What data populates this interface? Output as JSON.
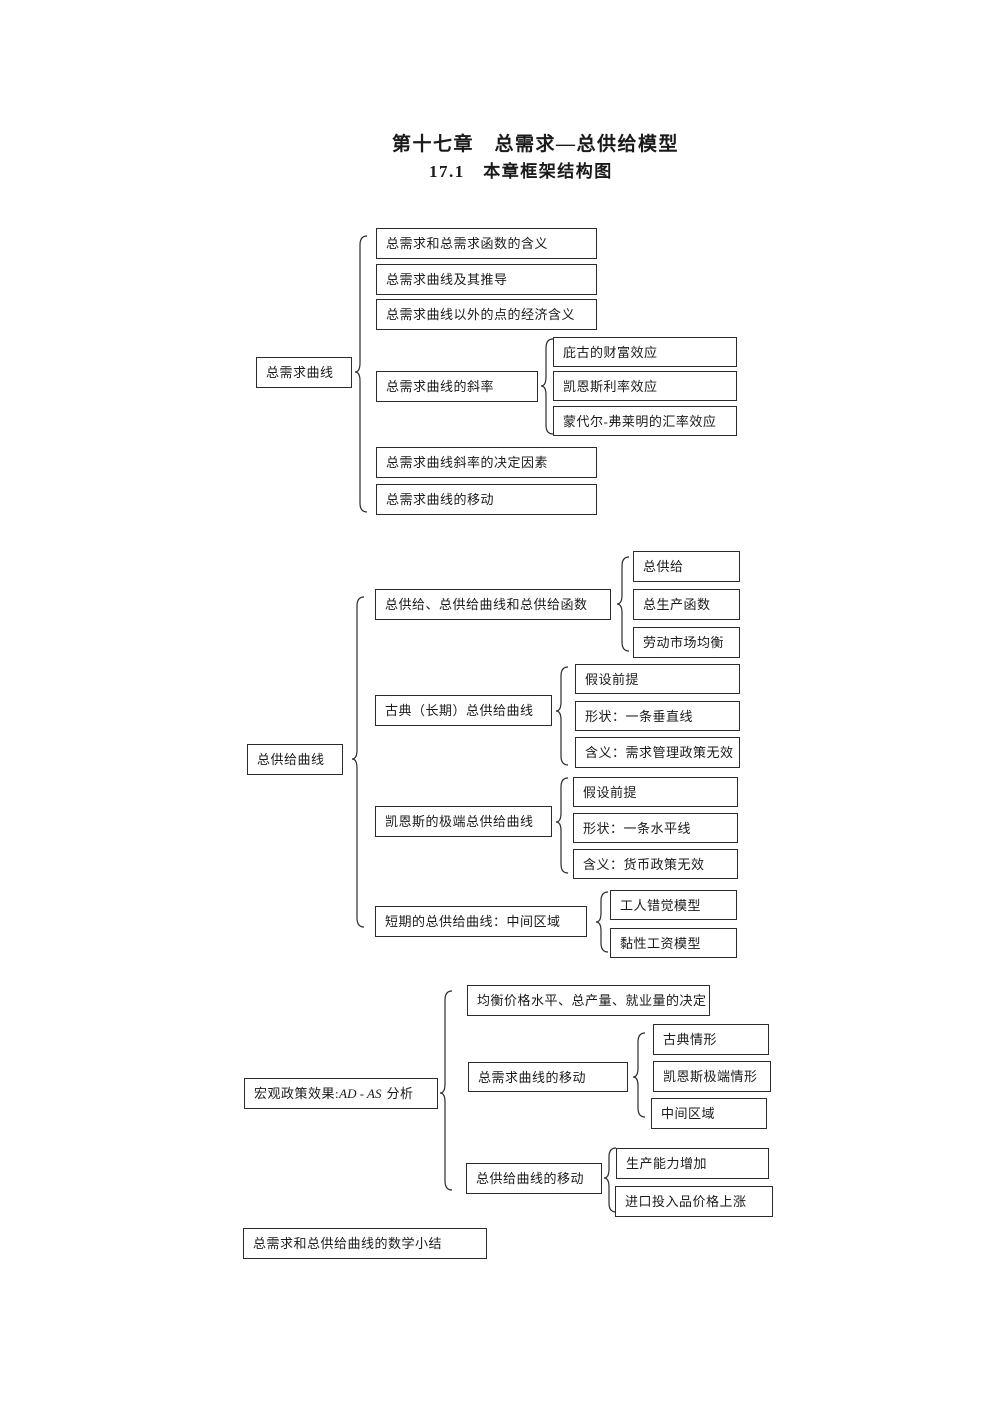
{
  "page": {
    "title": "第十七章　总需求—总供给模型",
    "subtitle": "17.1　本章框架结构图"
  },
  "colors": {
    "line": "#2b2b2b",
    "text": "#1a1a1a",
    "background": "#ffffff"
  },
  "ad": {
    "root": "总需求曲线",
    "meaning": "总需求和总需求函数的含义",
    "derivation": "总需求曲线及其推导",
    "outside_points": "总需求曲线以外的点的经济含义",
    "slope": "总需求曲线的斜率",
    "pigou_effect": "庇古的财富效应",
    "keynes_interest_effect": "凯恩斯利率效应",
    "mundell_fleming_effect": "蒙代尔-弗莱明的汇率效应",
    "slope_determinants": "总需求曲线斜率的决定因素",
    "shift": "总需求曲线的移动"
  },
  "as": {
    "root": "总供给曲线",
    "concepts": "总供给、总供给曲线和总供给函数",
    "aggregate_supply": "总供给",
    "production_function": "总生产函数",
    "labor_market": "劳动市场均衡",
    "classical": "古典（长期）总供给曲线",
    "classical_premise": "假设前提",
    "classical_shape": "形状：一条垂直线",
    "classical_meaning": "含义：需求管理政策无效",
    "keynesian": "凯恩斯的极端总供给曲线",
    "keynesian_premise": "假设前提",
    "keynesian_shape": "形状：一条水平线",
    "keynesian_meaning": "含义：货币政策无效",
    "short_run": "短期的总供给曲线：中间区域",
    "worker_misperception": "工人错觉模型",
    "sticky_wage": "黏性工资模型"
  },
  "macro": {
    "root_prefix": "宏观政策效果:",
    "root_math": "AD - AS",
    "root_suffix": "分析",
    "equilibrium": "均衡价格水平、总产量、就业量的决定",
    "ad_shift": "总需求曲线的移动",
    "classical_case": "古典情形",
    "keynesian_case": "凯恩斯极端情形",
    "intermediate_case": "中间区域",
    "as_shift": "总供给曲线的移动",
    "capacity_increase": "生产能力增加",
    "import_price_rise": "进口投入品价格上涨"
  },
  "summary": "总需求和总供给曲线的数学小结"
}
